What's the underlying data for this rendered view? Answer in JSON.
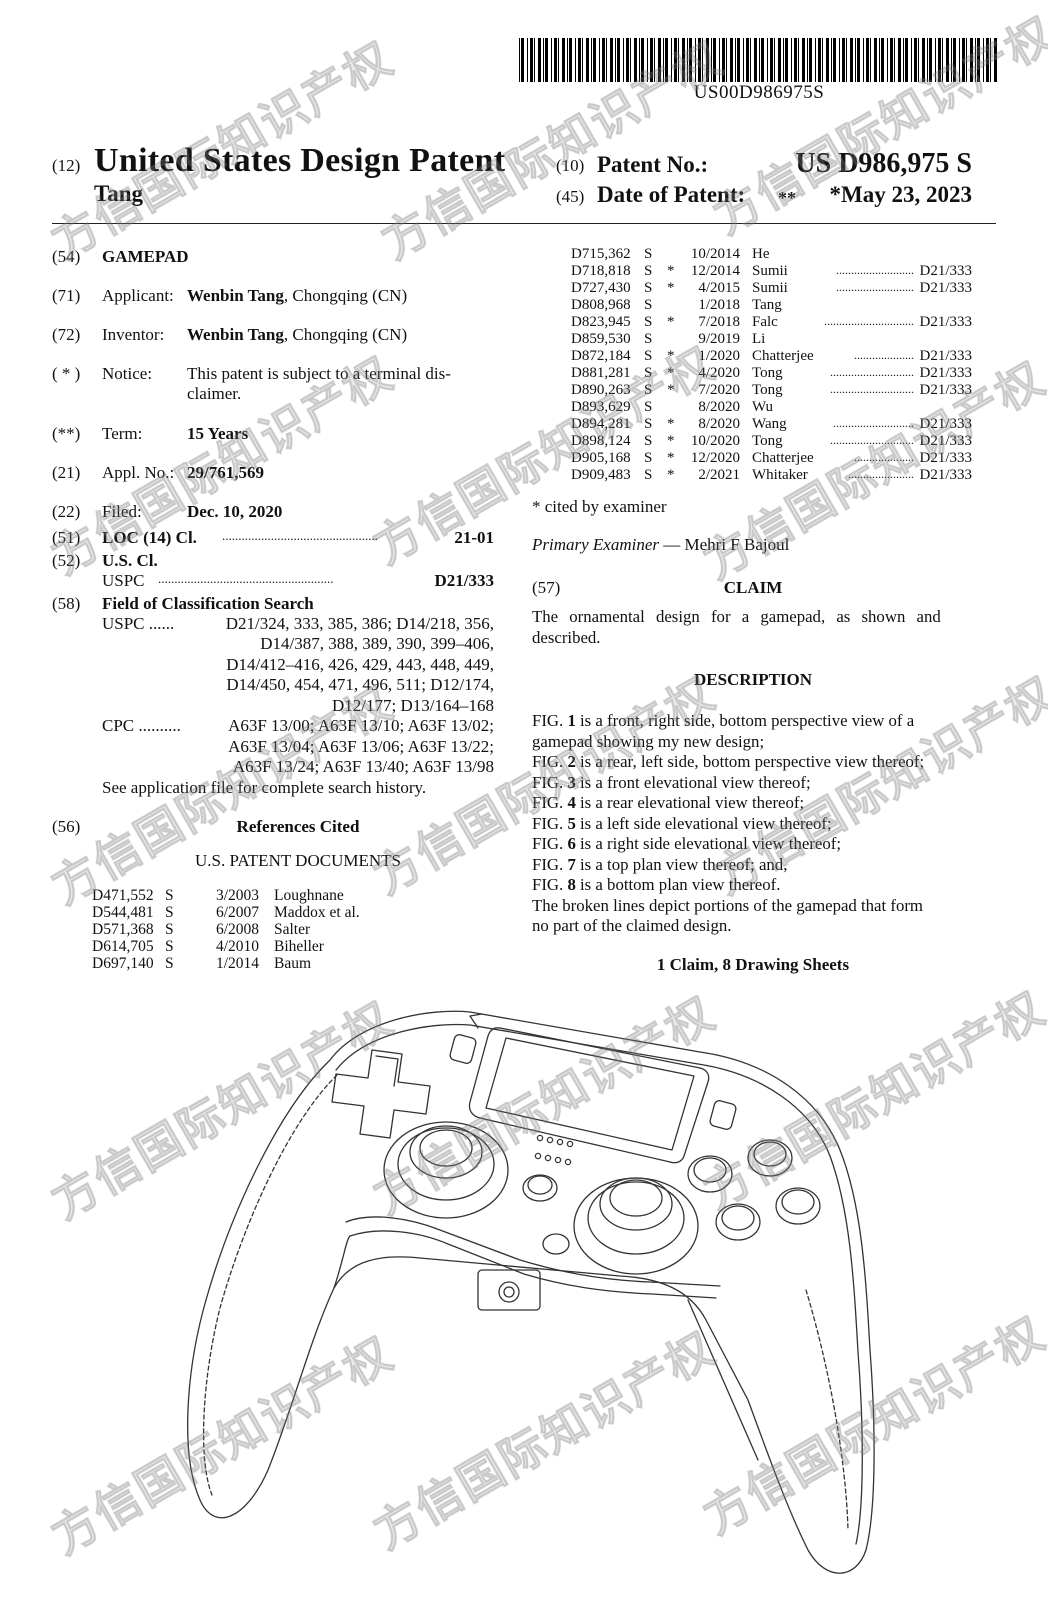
{
  "barcode": {
    "number": "US00D986975S"
  },
  "header": {
    "code12": "(12)",
    "title": "United States Design Patent",
    "inventor_short": "Tang",
    "code10": "(10)",
    "patent_no_label": "Patent No.:",
    "patent_no": "US D986,975 S",
    "code45": "(45)",
    "date_label": "Date of Patent:",
    "date_marker": "**",
    "date": "*May 23, 2023"
  },
  "biblio": {
    "c54": "(54)",
    "title": "GAMEPAD",
    "c71": "(71)",
    "applicant_label": "Applicant:",
    "applicant_name": "Wenbin Tang",
    "applicant_loc": ", Chongqing (CN)",
    "c72": "(72)",
    "inventor_label": "Inventor:",
    "inventor_name": "Wenbin Tang",
    "inventor_loc": ", Chongqing (CN)",
    "cnotice": "( * )",
    "notice_label": "Notice:",
    "notice_l1": "This patent is subject to a terminal dis-",
    "notice_l2": "claimer.",
    "cterm": "(**)",
    "term_label": "Term:",
    "term": "15 Years",
    "c21": "(21)",
    "appl_label": "Appl. No.:",
    "appl_no": "29/761,569",
    "c22": "(22)",
    "filed_label": "Filed:",
    "filed": "Dec. 10, 2020",
    "c51": "(51)",
    "loc_label": "LOC (14) Cl.",
    "loc_dots": "................................................",
    "loc_value": "21-01",
    "c52": "(52)",
    "uscl_label": "U.S. Cl.",
    "uspc_label": "USPC",
    "uspc_dots": "......................................................",
    "uspc_value": "D21/333",
    "c58": "(58)",
    "field_label": "Field of Classification Search",
    "fs_uspc_label": "USPC ......",
    "fs_l1": "D21/324, 333, 385, 386; D14/218, 356,",
    "fs_l2": "D14/387, 388, 389, 390, 399–406,",
    "fs_l3": "D14/412–416, 426, 429, 443, 448, 449,",
    "fs_l4": "D14/450, 454, 471, 496, 511; D12/174,",
    "fs_l5": "D12/177; D13/164–168",
    "cpc_label": "CPC ..........",
    "cpc_l1": "A63F 13/00; A63F 13/10; A63F 13/02;",
    "cpc_l2": "A63F 13/04; A63F 13/06; A63F 13/22;",
    "cpc_l3": "A63F 13/24; A63F 13/40; A63F 13/98",
    "see_app": "See application file for complete search history."
  },
  "references": {
    "c56": "(56)",
    "heading": "References Cited",
    "subheading": "U.S. PATENT DOCUMENTS",
    "left": [
      {
        "num": "D471,552",
        "k": "S",
        "date": "3/2003",
        "name": "Loughnane"
      },
      {
        "num": "D544,481",
        "k": "S",
        "date": "6/2007",
        "name": "Maddox et al."
      },
      {
        "num": "D571,368",
        "k": "S",
        "date": "6/2008",
        "name": "Salter"
      },
      {
        "num": "D614,705",
        "k": "S",
        "date": "4/2010",
        "name": "Biheller"
      },
      {
        "num": "D697,140",
        "k": "S",
        "date": "1/2014",
        "name": "Baum"
      }
    ],
    "right": [
      {
        "num": "D715,362",
        "k": "S",
        "star": "",
        "date": "10/2014",
        "name": "He",
        "dots": "",
        "cls": ""
      },
      {
        "num": "D718,818",
        "k": "S",
        "star": "*",
        "date": "12/2014",
        "name": "Sumii",
        "dots": "..........................",
        "cls": "D21/333"
      },
      {
        "num": "D727,430",
        "k": "S",
        "star": "*",
        "date": "4/2015",
        "name": "Sumii",
        "dots": "..........................",
        "cls": "D21/333"
      },
      {
        "num": "D808,968",
        "k": "S",
        "star": "",
        "date": "1/2018",
        "name": "Tang",
        "dots": "",
        "cls": ""
      },
      {
        "num": "D823,945",
        "k": "S",
        "star": "*",
        "date": "7/2018",
        "name": "Falc",
        "dots": "..............................",
        "cls": "D21/333"
      },
      {
        "num": "D859,530",
        "k": "S",
        "star": "",
        "date": "9/2019",
        "name": "Li",
        "dots": "",
        "cls": ""
      },
      {
        "num": "D872,184",
        "k": "S",
        "star": "*",
        "date": "1/2020",
        "name": "Chatterjee",
        "dots": "....................",
        "cls": "D21/333"
      },
      {
        "num": "D881,281",
        "k": "S",
        "star": "*",
        "date": "4/2020",
        "name": "Tong",
        "dots": "............................",
        "cls": "D21/333"
      },
      {
        "num": "D890,263",
        "k": "S",
        "star": "*",
        "date": "7/2020",
        "name": "Tong",
        "dots": "............................",
        "cls": "D21/333"
      },
      {
        "num": "D893,629",
        "k": "S",
        "star": "",
        "date": "8/2020",
        "name": "Wu",
        "dots": "",
        "cls": ""
      },
      {
        "num": "D894,281",
        "k": "S",
        "star": "*",
        "date": "8/2020",
        "name": "Wang",
        "dots": "...........................",
        "cls": "D21/333"
      },
      {
        "num": "D898,124",
        "k": "S",
        "star": "*",
        "date": "10/2020",
        "name": "Tong",
        "dots": "............................",
        "cls": "D21/333"
      },
      {
        "num": "D905,168",
        "k": "S",
        "star": "*",
        "date": "12/2020",
        "name": "Chatterjee",
        "dots": "....................",
        "cls": "D21/333"
      },
      {
        "num": "D909,483",
        "k": "S",
        "star": "*",
        "date": "2/2021",
        "name": "Whitaker",
        "dots": "......................",
        "cls": "D21/333"
      }
    ],
    "cited_note": "* cited by examiner",
    "examiner_label": "Primary Examiner",
    "examiner": " — Mehri F Bajoul"
  },
  "claim": {
    "c57": "(57)",
    "heading": "CLAIM",
    "l1": "The ornamental design for a gamepad, as shown and",
    "l2": "described."
  },
  "description": {
    "heading": "DESCRIPTION",
    "figs": [
      {
        "pre": "FIG. ",
        "n": "1",
        "post": " is a front, right side, bottom perspective view of a"
      },
      {
        "pre": "",
        "n": "",
        "post": "gamepad showing my new design;"
      },
      {
        "pre": "FIG. ",
        "n": "2",
        "post": " is a rear, left side, bottom perspective view thereof;"
      },
      {
        "pre": "FIG. ",
        "n": "3",
        "post": " is a front elevational view thereof;"
      },
      {
        "pre": "FIG. ",
        "n": "4",
        "post": " is a rear elevational view thereof;"
      },
      {
        "pre": "FIG. ",
        "n": "5",
        "post": " is a left side elevational view thereof;"
      },
      {
        "pre": "FIG. ",
        "n": "6",
        "post": " is a right side elevational view thereof;"
      },
      {
        "pre": "FIG. ",
        "n": "7",
        "post": " is a top plan view thereof; and,"
      },
      {
        "pre": "FIG. ",
        "n": "8",
        "post": " is a bottom plan view thereof."
      },
      {
        "pre": "",
        "n": "",
        "post": "The broken lines depict portions of the gamepad that form"
      },
      {
        "pre": "",
        "n": "",
        "post": "no part of the claimed design."
      }
    ],
    "sheets": "1 Claim, 8 Drawing Sheets"
  },
  "watermark": {
    "text": "方信国际知识产权"
  }
}
